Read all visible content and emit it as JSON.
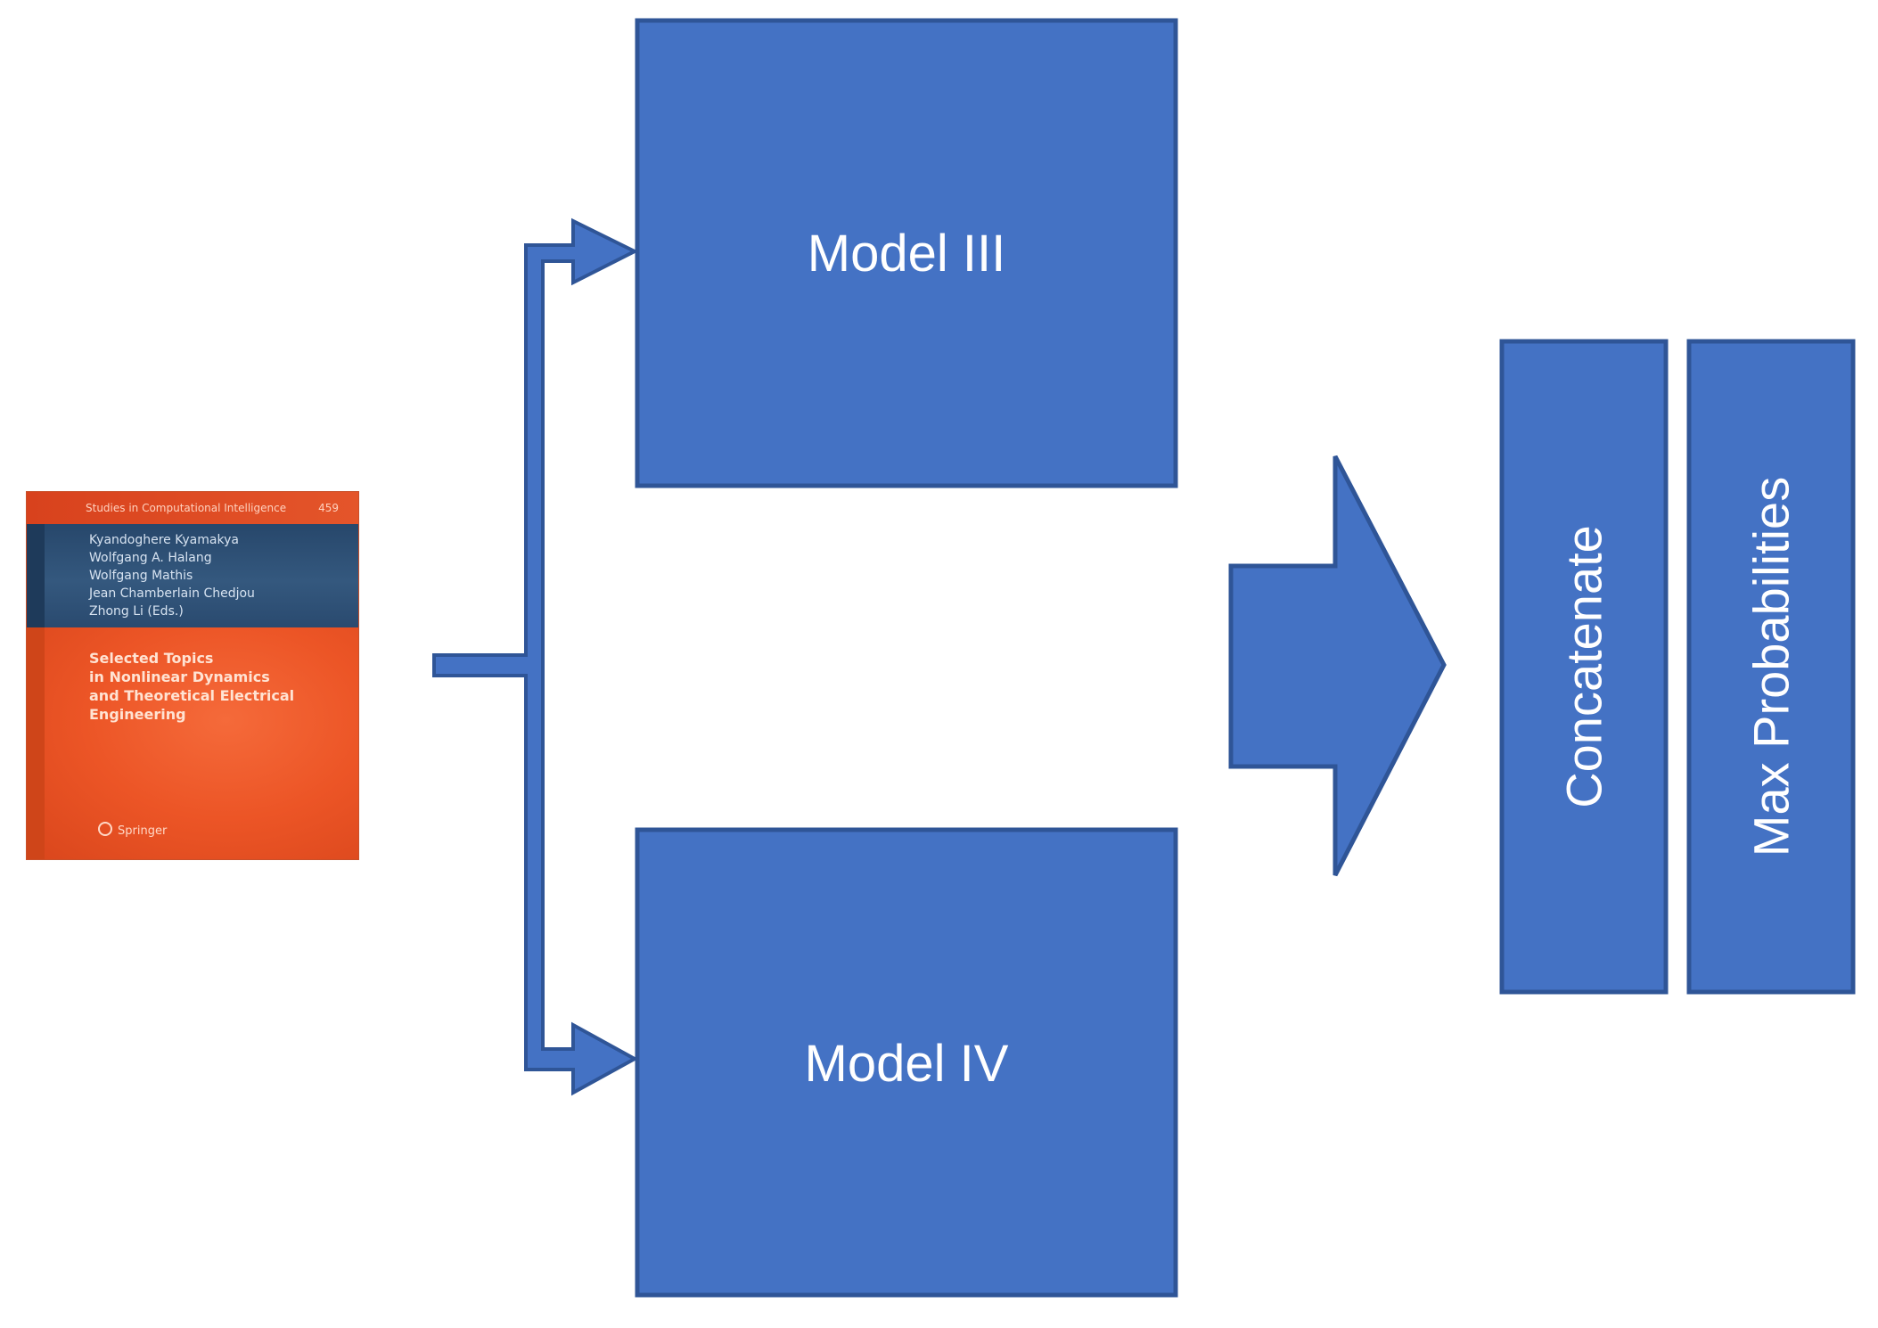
{
  "boxes": {
    "model_top": "Model III",
    "model_bottom": "Model IV",
    "concatenate": "Concatenate",
    "max_probabilities": "Max Probabilities"
  },
  "book": {
    "series": "Studies in Computational Intelligence",
    "volume": "459",
    "authors": [
      "Kyandoghere Kyamakya",
      "Wolfgang A. Halang",
      "Wolfgang Mathis",
      "Jean Chamberlain Chedjou",
      "Zhong Li (Eds.)"
    ],
    "title_lines": [
      "Selected Topics",
      "in Nonlinear Dynamics",
      "and Theoretical Electrical",
      "Engineering"
    ],
    "publisher": "Springer"
  },
  "colors": {
    "fill": "#4472c4",
    "stroke": "#2f5597",
    "text": "#ffffff"
  }
}
